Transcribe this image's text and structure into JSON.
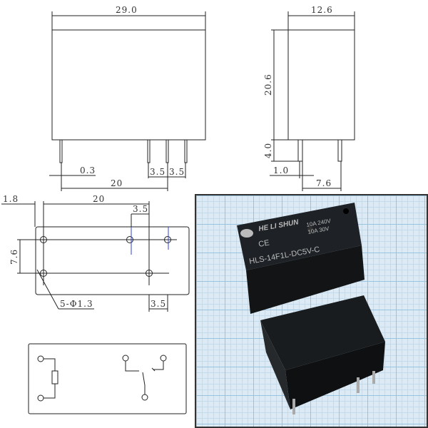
{
  "front_view": {
    "width": "29.0",
    "pin_width": "0.3",
    "pin_span": "20",
    "pitch_a": "3.5",
    "pitch_b": "3.5"
  },
  "side_view": {
    "width": "12.6",
    "height": "20.6",
    "pin_length": "4.0",
    "pin_offset": "1.0",
    "pin_span": "7.6"
  },
  "bottom_view": {
    "edge_offset": "1.8",
    "pin_span": "20",
    "pitch_top": "3.5",
    "row_spacing": "7.6",
    "holes": "5-Φ1.3",
    "pitch_bottom": "3.5"
  },
  "photo": {
    "brand": "HE LI SHUN",
    "rating_ac": "10A 240V",
    "rating_dc": "10A  30V",
    "cert": "CE",
    "model": "HLS-14F1L-DC5V-C"
  }
}
